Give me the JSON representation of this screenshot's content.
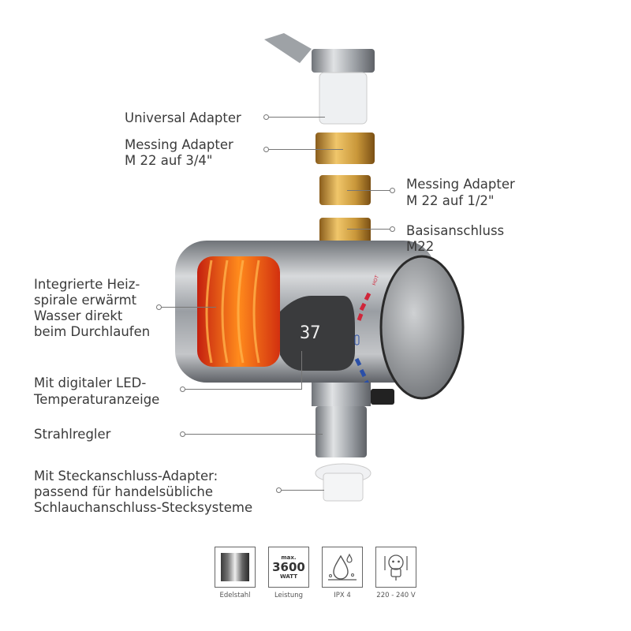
{
  "callouts": {
    "universal_adapter": "Universal Adapter",
    "brass_34": [
      "Messing Adapter",
      "M 22 auf 3/4\""
    ],
    "brass_12": [
      "Messing Adapter",
      "M 22 auf 1/2\""
    ],
    "base": [
      "Basisanschluss",
      "M22"
    ],
    "heating": [
      "Integrierte Heiz-",
      "spirale erwärmt",
      "Wasser direkt",
      "beim Durchlaufen"
    ],
    "led": [
      "Mit digitaler LED-",
      "Temperaturanzeige"
    ],
    "aerator": "Strahlregler",
    "plug_adapter": [
      "Mit Steckanschluss-Adapter:",
      "passend für handelsübliche",
      "Schlauchanschluss-Stecksysteme"
    ]
  },
  "display": {
    "temperature": "37",
    "hot_label": "HOT"
  },
  "features": [
    {
      "icon": "stainless-steel-icon",
      "label": "Edelstahl"
    },
    {
      "icon": "power-icon",
      "max": "max.",
      "value": "3600",
      "unit": "WATT",
      "label": "Leistung"
    },
    {
      "icon": "water-drop-icon",
      "label": "IPX 4"
    },
    {
      "icon": "plug-icon",
      "label": "220 - 240 V"
    }
  ],
  "colors": {
    "brass": "#c9973a",
    "steel": "#9a9ea3",
    "heat": "#e8501a",
    "hot": "#d0263a",
    "cold": "#2a4fa8"
  }
}
